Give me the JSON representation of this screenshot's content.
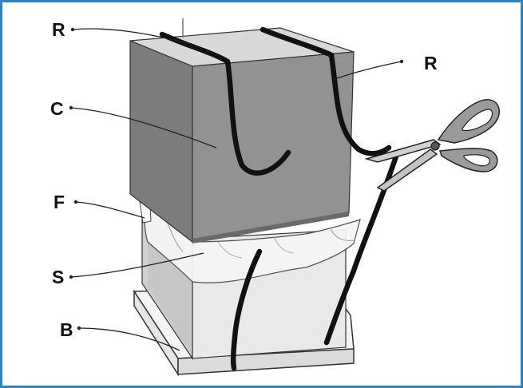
{
  "labels": {
    "r_left": "R",
    "r_right": "R",
    "c": "C",
    "f": "F",
    "s": "S",
    "b": "B"
  },
  "icons": {
    "scissors": "scissors-icon"
  },
  "colors": {
    "frame": "#2a84c6",
    "carton": "#8a8a8a",
    "carton_dark": "#6e6e6e",
    "carton_top": "#d2d2d2",
    "strap": "#111111",
    "film": "#f3f3f3",
    "base": "#f5f5f5"
  }
}
